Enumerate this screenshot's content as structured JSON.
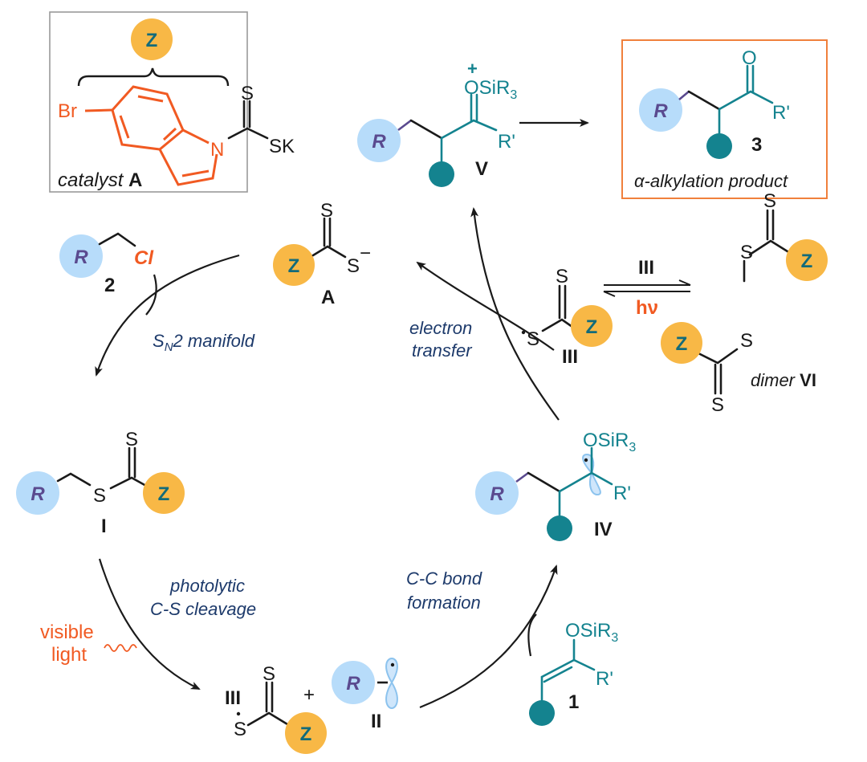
{
  "catalyst_box": {
    "caption": "catalyst",
    "caption_bold": "A",
    "z_label": "Z",
    "br_label": "Br",
    "n_label": "N",
    "s_label": "S",
    "sk_label": "SK"
  },
  "product_box": {
    "r_label": "R",
    "o_label": "O",
    "rprime_label": "R'",
    "compound_number": "3",
    "caption": "α-alkylation product"
  },
  "species": {
    "A": {
      "label": "A",
      "z": "Z",
      "s_top": "S",
      "s_anion": "S",
      "charge": "−"
    },
    "reagent_2": {
      "label": "2",
      "r": "R",
      "cl": "Cl"
    },
    "I": {
      "label": "I",
      "r": "R",
      "s_bridge": "S",
      "s_top": "S",
      "z": "Z"
    },
    "II": {
      "label": "II",
      "r": "R"
    },
    "III_bottom": {
      "label": "III",
      "s_top": "S",
      "s_radical": "S",
      "z": "Z",
      "plus": "+"
    },
    "III_right": {
      "label": "III",
      "s_top": "S",
      "s_radical": "S",
      "z": "Z"
    },
    "IV": {
      "label": "IV",
      "r": "R",
      "osir3": "OSiR",
      "sub3": "3",
      "rprime": "R'"
    },
    "V": {
      "label": "V",
      "r": "R",
      "osir3": "OSiR",
      "sub3": "3",
      "plus": "+",
      "rprime": "R'"
    },
    "reagent_1": {
      "label": "1",
      "osir3": "OSiR",
      "sub3": "3",
      "rprime": "R'"
    },
    "dimer_VI": {
      "caption": "dimer",
      "label": "VI",
      "z": "Z",
      "s": "S"
    }
  },
  "step_labels": {
    "sn2": "S",
    "sn2_sub": "N",
    "sn2_rest": "2 manifold",
    "electron_transfer_1": "electron",
    "electron_transfer_2": "transfer",
    "photolytic_1": "photolytic",
    "photolytic_2": "C-S cleavage",
    "cc_bond_1": "C-C bond",
    "cc_bond_2": "formation",
    "visible_light_1": "visible",
    "visible_light_2": "light",
    "equilibrium_top": "III",
    "equilibrium_bottom": "hν"
  },
  "colors": {
    "z_circle": "#f8b846",
    "r_circle": "#b7dcfa",
    "teal": "#14838f",
    "orange": "#f15a22",
    "label_blue": "#1d3a6b",
    "product_border": "#f0803c",
    "catalyst_border": "#999999"
  }
}
